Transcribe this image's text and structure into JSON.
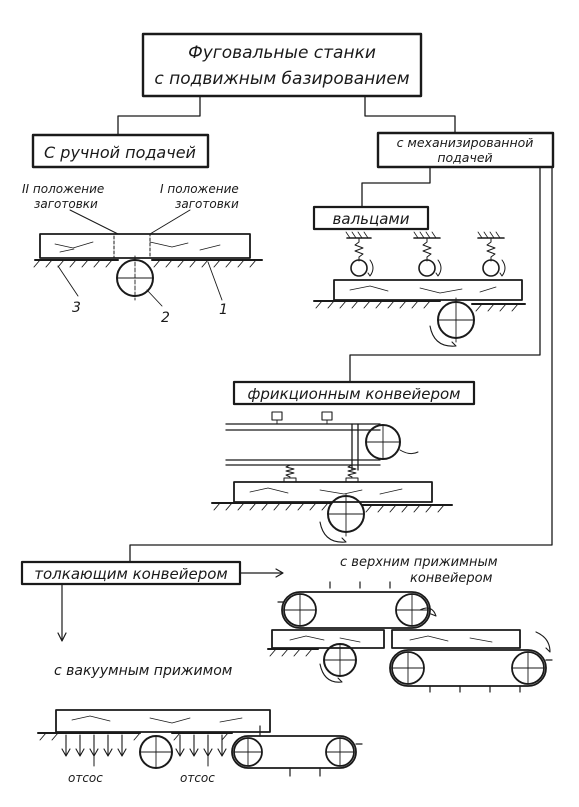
{
  "title": {
    "line1": "Фуговальные станки",
    "line2": "с подвижным базированием"
  },
  "manual": {
    "label": "С ручной подачей",
    "pos2": {
      "line1": "II положение",
      "line2": "заготовки"
    },
    "pos1": {
      "line1": "I положение",
      "line2": "заготовки"
    },
    "num1": "1",
    "num2": "2",
    "num3": "3"
  },
  "mechanized": {
    "line1": "с механизированной",
    "line2": "подачей"
  },
  "rollers": {
    "label": "вальцами"
  },
  "friction": {
    "label": "фрикционным конвейером"
  },
  "pusher": {
    "label": "толкающим конвейером"
  },
  "upper": {
    "line1": "с верхним прижимным",
    "line2": "конвейером"
  },
  "vacuum": {
    "label": "с вакуумным прижимом",
    "exhaust1": "отсос",
    "exhaust2": "отсос"
  },
  "colors": {
    "ink": "#1a1a1a",
    "paper": "#ffffff"
  }
}
